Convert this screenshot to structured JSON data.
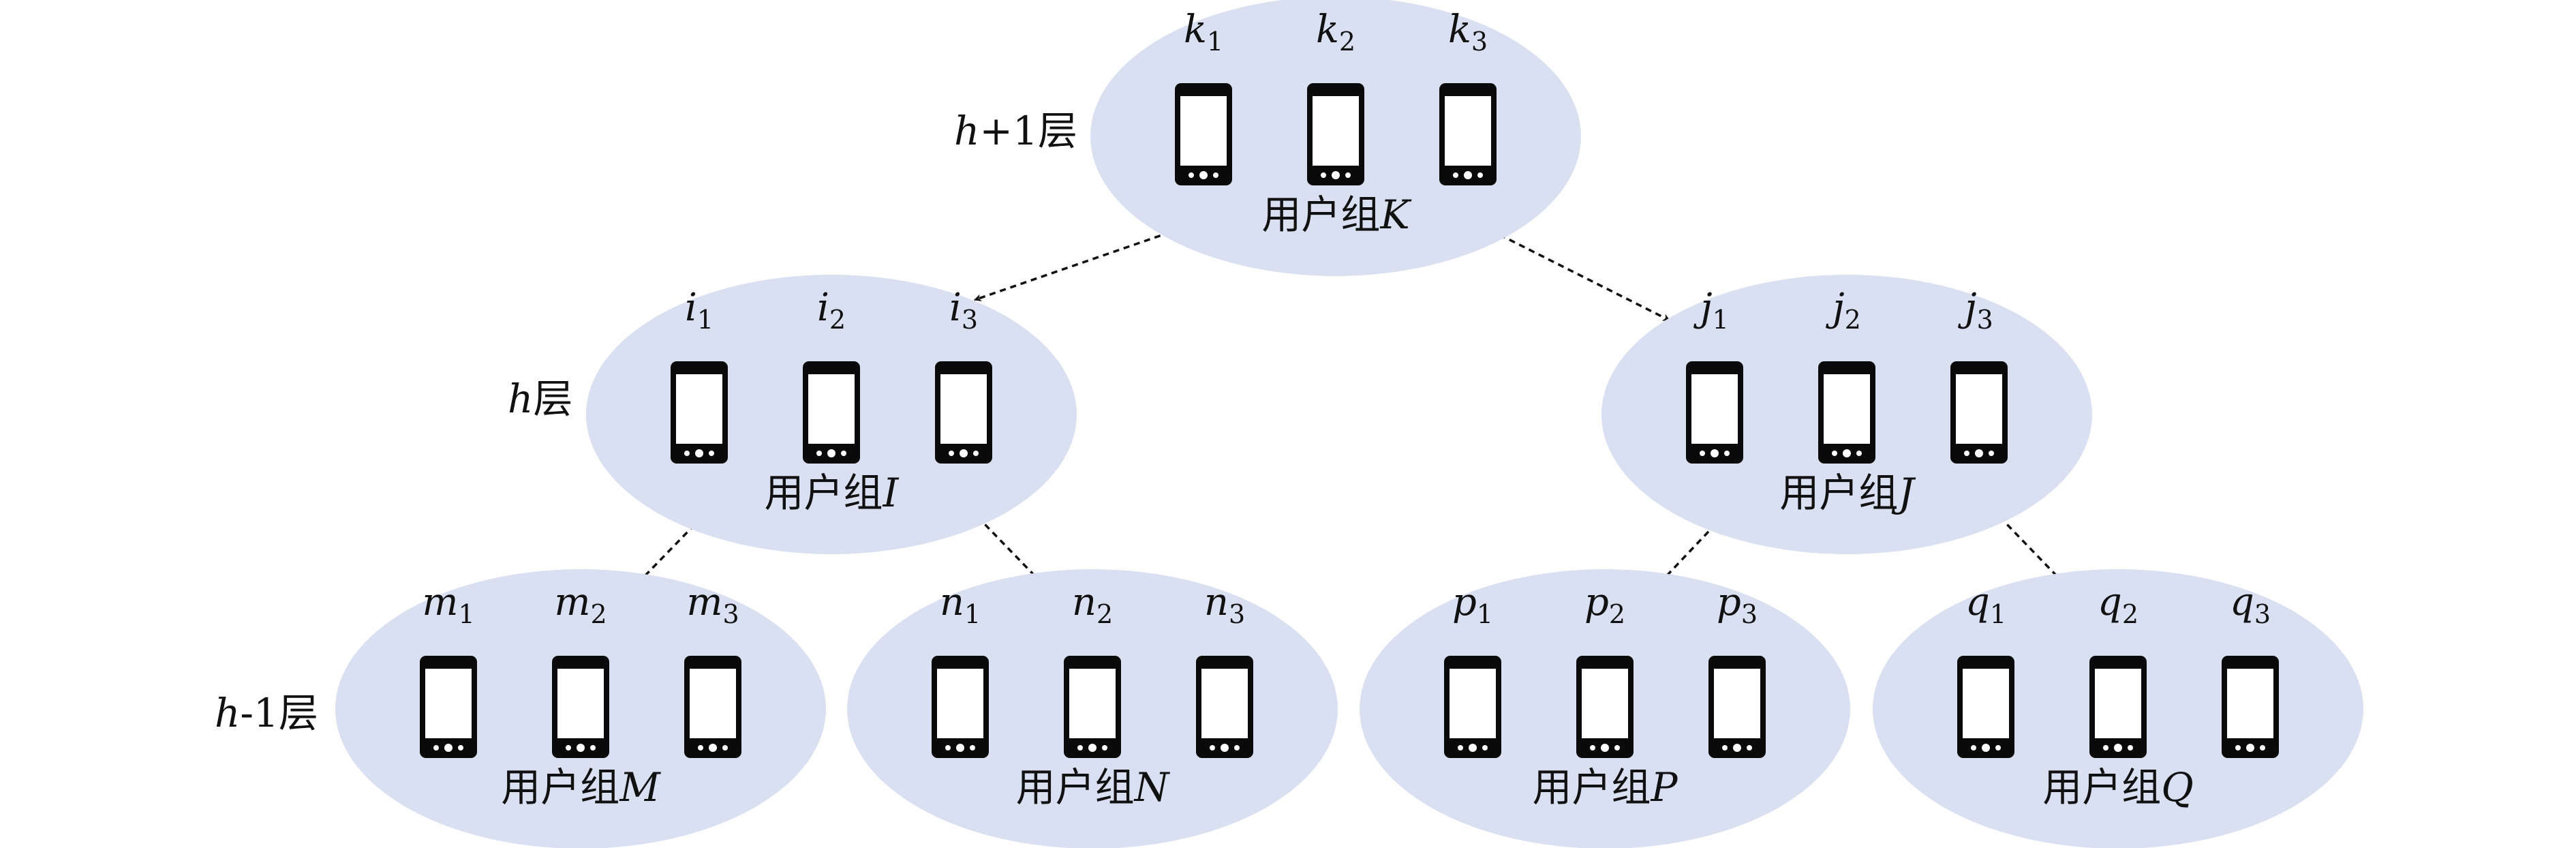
{
  "colors": {
    "group_fill": "#d9e0f2",
    "phone_body": "#0a0a0a",
    "phone_screen": "#ffffff",
    "arrow": "#111111"
  },
  "layers": [
    {
      "id": "top",
      "var": "h",
      "suffix": "+1层"
    },
    {
      "id": "mid",
      "var": "h",
      "suffix": "层"
    },
    {
      "id": "bottom",
      "var": "h",
      "suffix": "-1层"
    }
  ],
  "groups": [
    {
      "id": "K",
      "prefix": "用户组",
      "var": "K",
      "devices": [
        {
          "base": "k",
          "sub": "1"
        },
        {
          "base": "k",
          "sub": "2"
        },
        {
          "base": "k",
          "sub": "3"
        }
      ]
    },
    {
      "id": "I",
      "prefix": "用户组",
      "var": "I",
      "devices": [
        {
          "base": "i",
          "sub": "1"
        },
        {
          "base": "i",
          "sub": "2"
        },
        {
          "base": "i",
          "sub": "3"
        }
      ]
    },
    {
      "id": "J",
      "prefix": "用户组",
      "var": "J",
      "devices": [
        {
          "base": "j",
          "sub": "1"
        },
        {
          "base": "j",
          "sub": "2"
        },
        {
          "base": "j",
          "sub": "3"
        }
      ]
    },
    {
      "id": "M",
      "prefix": "用户组",
      "var": "M",
      "devices": [
        {
          "base": "m",
          "sub": "1"
        },
        {
          "base": "m",
          "sub": "2"
        },
        {
          "base": "m",
          "sub": "3"
        }
      ]
    },
    {
      "id": "N",
      "prefix": "用户组",
      "var": "N",
      "devices": [
        {
          "base": "n",
          "sub": "1"
        },
        {
          "base": "n",
          "sub": "2"
        },
        {
          "base": "n",
          "sub": "3"
        }
      ]
    },
    {
      "id": "P",
      "prefix": "用户组",
      "var": "P",
      "devices": [
        {
          "base": "p",
          "sub": "1"
        },
        {
          "base": "p",
          "sub": "2"
        },
        {
          "base": "p",
          "sub": "3"
        }
      ]
    },
    {
      "id": "Q",
      "prefix": "用户组",
      "var": "Q",
      "devices": [
        {
          "base": "q",
          "sub": "1"
        },
        {
          "base": "q",
          "sub": "2"
        },
        {
          "base": "q",
          "sub": "3"
        }
      ]
    }
  ],
  "links": [
    {
      "from": "K",
      "to": "I",
      "style": "dashed",
      "direction": "both"
    },
    {
      "from": "K",
      "to": "J",
      "style": "dashed",
      "direction": "both"
    },
    {
      "from": "I",
      "to": "M",
      "style": "dashed",
      "direction": "both"
    },
    {
      "from": "I",
      "to": "N",
      "style": "dashed",
      "direction": "both"
    },
    {
      "from": "J",
      "to": "P",
      "style": "dashed",
      "direction": "both"
    },
    {
      "from": "J",
      "to": "Q",
      "style": "dashed",
      "direction": "both"
    }
  ]
}
